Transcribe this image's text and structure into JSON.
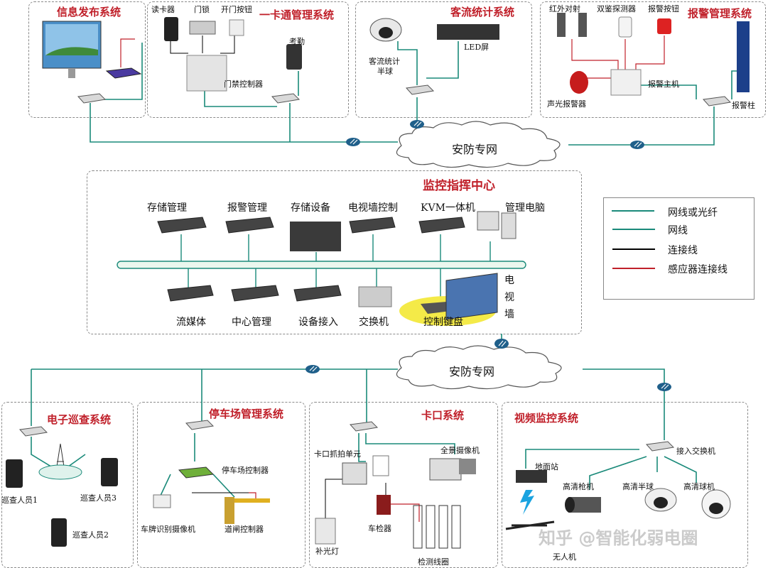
{
  "clouds": {
    "top": "安防专网",
    "bottom": "安防专网"
  },
  "colors": {
    "title_red": "#c0202a",
    "network_teal": "#1a8a7a",
    "black_line": "#000000",
    "sensor_red": "#c0202a"
  },
  "top_systems": {
    "info": {
      "title": "信息发布系统"
    },
    "card": {
      "title": "一卡通管理系统",
      "reader": "读卡器",
      "lock": "门锁",
      "button": "开门按钮",
      "attendance": "考勤",
      "controller": "门禁控制器"
    },
    "flow": {
      "title": "客流统计系统",
      "dome": "客流统计",
      "dome2": "半球",
      "led": "LED屏"
    },
    "alarm": {
      "title": "报警管理系统",
      "ir": "红外对射",
      "dual": "双鉴探测器",
      "btn": "报警按钮",
      "host": "报警主机",
      "siren": "声光报警器",
      "column": "报警柱"
    }
  },
  "center": {
    "title": "监控指挥中心",
    "top_items": [
      "存储管理",
      "报警管理",
      "存储设备",
      "电视墙控制",
      "KVM一体机",
      "管理电脑"
    ],
    "bottom_items": [
      "流媒体",
      "中心管理",
      "设备接入",
      "交换机",
      "控制键盘"
    ],
    "tv_wall": [
      "电",
      "视",
      "墙"
    ]
  },
  "legend": {
    "items": [
      "网线或光纤",
      "网线",
      "连接线",
      "感应器连接线"
    ]
  },
  "bottom_systems": {
    "patrol": {
      "title": "电子巡查系统",
      "p1": "巡查人员1",
      "p2": "巡查人员2",
      "p3": "巡查人员3"
    },
    "parking": {
      "title": "停车场管理系统",
      "controller": "停车场控制器",
      "lpr": "车牌识别摄像机",
      "gate": "道闸控制器"
    },
    "checkpoint": {
      "title": "卡口系统",
      "capture": "卡口抓拍单元",
      "panorama": "全景摄像机",
      "detector": "车检器",
      "light": "补光灯",
      "coil": "检测线圈"
    },
    "video": {
      "title": "视频监控系统",
      "access": "接入交换机",
      "ground": "地面站",
      "gun": "高清枪机",
      "dome": "高清半球",
      "ball": "高清球机",
      "drone": "无人机"
    }
  },
  "watermark": "知乎 @智能化弱电圈"
}
